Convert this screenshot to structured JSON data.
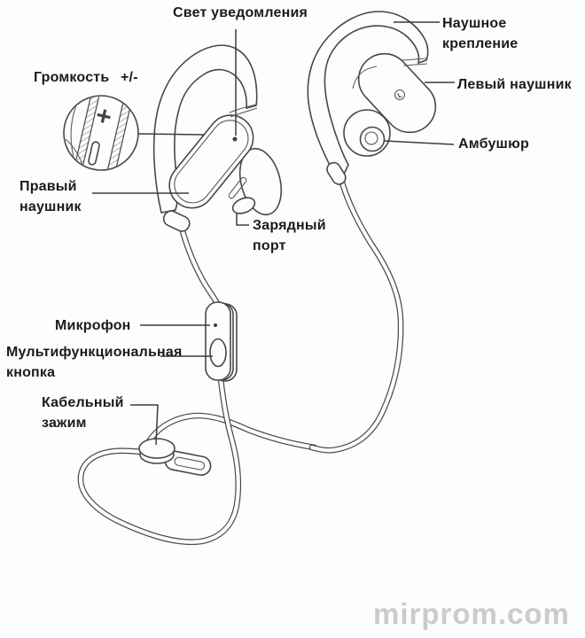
{
  "diagram": {
    "background": "#fdfdfd",
    "line_color": "#474747",
    "label_color": "#1b1b1b",
    "labels": {
      "notification_light": "Свет уведомления",
      "ear_mount": "Наушное крепление",
      "volume": "Громкость",
      "volume_signs": "+/-",
      "left_earbud": "Левый наушник",
      "ear_cushion": "Амбушюр",
      "right_earbud": "Правый\nнаушник",
      "charging_port": "Зарядный\nпорт",
      "microphone": "Микрофон",
      "multifunction_button": "Мультифункциональная\nкнопка",
      "cable_clip": "Кабельный\nзажим"
    },
    "markings": {
      "left_earbud_letter": "L",
      "volume_plus": "+"
    },
    "watermark": {
      "text": "mirprom.com",
      "color": "#cbcbcb"
    }
  }
}
